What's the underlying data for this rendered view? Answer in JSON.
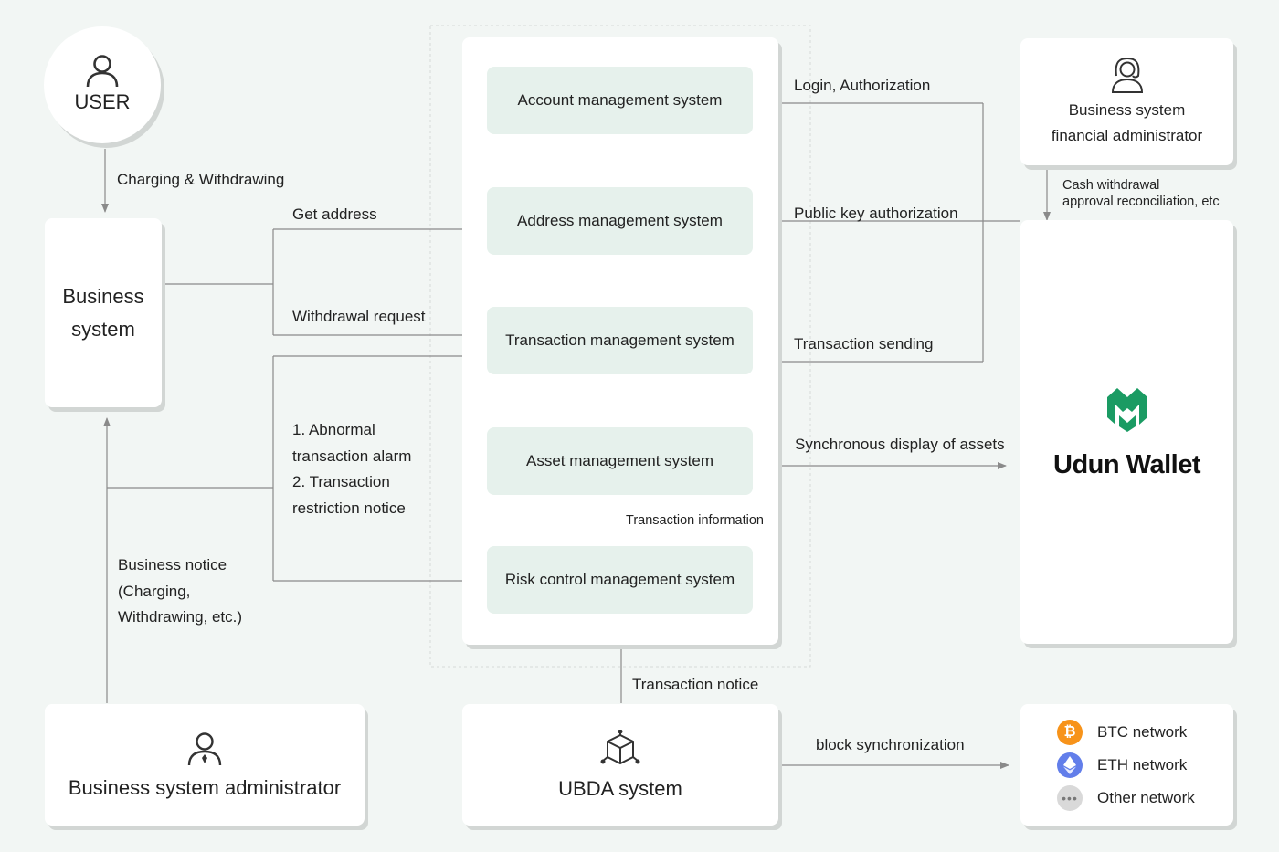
{
  "colors": {
    "background": "#f2f6f4",
    "card": "#ffffff",
    "subsystem": "#e6f1ec",
    "line": "#8a8a8a",
    "udun_green": "#1a9b63",
    "btc": "#f7931a",
    "eth": "#627eea",
    "other": "#d9d9d9"
  },
  "user": {
    "label": "USER",
    "icon": "user-icon"
  },
  "business_system": {
    "line1": "Business",
    "line2": "system"
  },
  "subsystems": {
    "account": "Account management system",
    "address": "Address management system",
    "transaction": "Transaction management system",
    "asset": "Asset management system",
    "risk": "Risk control management system"
  },
  "financial_admin": {
    "line1": "Business system",
    "line2": "financial administrator",
    "icon": "female-user-icon"
  },
  "udun_wallet": {
    "name": "Udun Wallet",
    "icon": "udun-logo-icon"
  },
  "business_admin": {
    "label": "Business system administrator",
    "icon": "admin-user-icon"
  },
  "ubda": {
    "label": "UBDA system",
    "icon": "cube-network-icon"
  },
  "networks": [
    {
      "label": "BTC network",
      "icon": "bitcoin-icon"
    },
    {
      "label": "ETH network",
      "icon": "ethereum-icon"
    },
    {
      "label": "Other network",
      "icon": "more-icon"
    }
  ],
  "edges": {
    "charging_withdrawing": "Charging & Withdrawing",
    "get_address": "Get address",
    "withdrawal_request": "Withdrawal request",
    "abnormal_1": "1. Abnormal",
    "abnormal_2": "transaction alarm",
    "abnormal_3": "2. Transaction",
    "abnormal_4": "restriction notice",
    "business_notice_1": "Business notice",
    "business_notice_2": "(Charging,",
    "business_notice_3": "Withdrawing, etc.)",
    "login_authorization": "Login, Authorization",
    "public_key_authorization": "Public key authorization",
    "transaction_sending": "Transaction sending",
    "synchronous_display": "Synchronous display of assets",
    "transaction_information": "Transaction information",
    "transaction_notice": "Transaction notice",
    "block_synchronization": "block synchronization",
    "cash_withdrawal_1": "Cash withdrawal",
    "cash_withdrawal_2": "approval reconciliation, etc"
  }
}
